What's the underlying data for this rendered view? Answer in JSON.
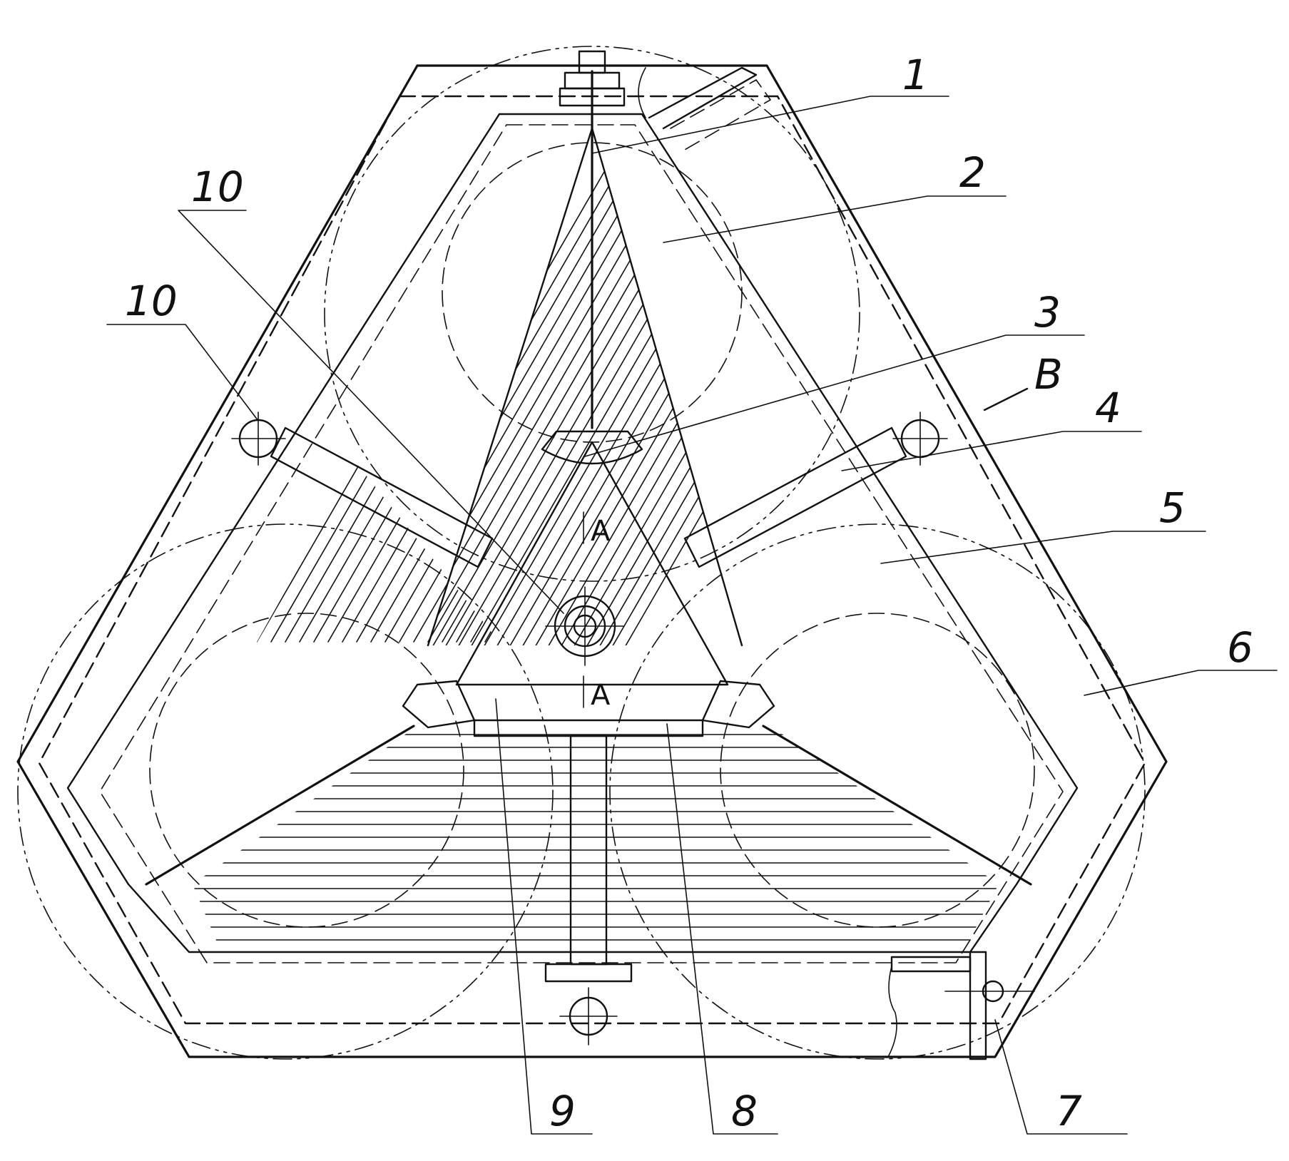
{
  "figure": {
    "callouts": [
      "1",
      "2",
      "3",
      "4",
      "5",
      "6",
      "7",
      "8",
      "9",
      "10",
      "10"
    ],
    "section_marks": [
      "A",
      "A"
    ],
    "view_mark": "B"
  }
}
